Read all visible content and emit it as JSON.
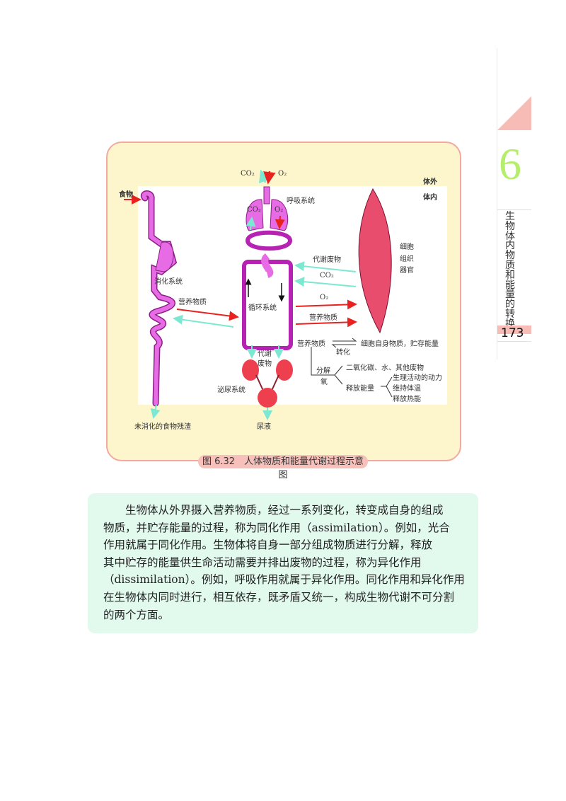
{
  "figure": {
    "caption": "图 6.32　人体物质和能量代谢过程示意图",
    "labels": {
      "co2_out": "CO₂",
      "o2_in": "O₂",
      "outside_body": "体外",
      "inside_body": "体内",
      "food": "食物",
      "respiratory_system": "呼吸系统",
      "lung_co2": "CO₂",
      "lung_o2": "O₂",
      "cells": "细胞",
      "tissues": "组织",
      "organs": "器官",
      "digestive_system": "消化系统",
      "metabolic_waste": "代谢废物",
      "co2_from_cells": "CO₂",
      "o2_to_cells": "O₂",
      "nutrients_left": "营养物质",
      "circulatory_system": "循环系统",
      "nutrients_right": "营养物质",
      "nutrients_conv": "营养物质",
      "conversion": "转化",
      "cell_material": "细胞自身物质，贮存能量",
      "waste_1": "代谢",
      "waste_2": "废物",
      "decompose": "分解",
      "oxygen": "氧",
      "products": "二氧化碳、水、其他废物",
      "release_energy": "释放能量",
      "energy_use_1": "生理活动的动力",
      "energy_use_2": "维持体温",
      "energy_use_3": "释放热能",
      "urinary_system": "泌尿系统",
      "undigested": "未消化的食物残渣",
      "urine": "尿液"
    }
  },
  "sidebar": {
    "chapter_number": "6",
    "chapter_title": "生物体内物质和能量的转换",
    "page_number": "173"
  },
  "body_text": {
    "lines": [
      "　　生物体从外界摄入营养物质，经过一系列变化，转变成自身的组成",
      "物质，并贮存能量的过程，称为同化作用（assimilation）。例如，光合",
      "作用就属于同化作用。生物体将自身一部分组成物质进行分解，释放",
      "其中贮存的能量供生命活动需要并排出废物的过程，称为异化作用",
      "（dissimilation）。例如，呼吸作用就属于异化作用。同化作用和异化作用",
      "在生物体内同时进行，相互依存，既矛盾又统一，构成生物代谢不可分割",
      "的两个方面。"
    ]
  },
  "colors": {
    "figure_bg": "#fdf6cd",
    "figure_border": "#f4a9a0",
    "organ_magenta": "#e64fe0",
    "arrow_red": "#e8231f",
    "arrow_cyan": "#7de8d2",
    "textbox_bg": "#e2f9ee",
    "chapter_green": "#b5ee6a"
  }
}
